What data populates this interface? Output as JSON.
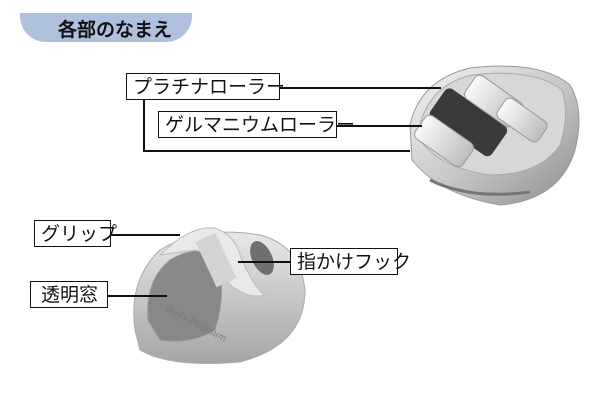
{
  "header": {
    "title": "各部のなまえ"
  },
  "labels": {
    "platinum_roller": "プラチナローラー",
    "germanium_roller": "ゲルマニウムローラー",
    "grip": "グリップ",
    "finger_hook": "指かけフック",
    "clear_window": "透明窓"
  },
  "product": {
    "engraving": "Body Platinum"
  }
}
